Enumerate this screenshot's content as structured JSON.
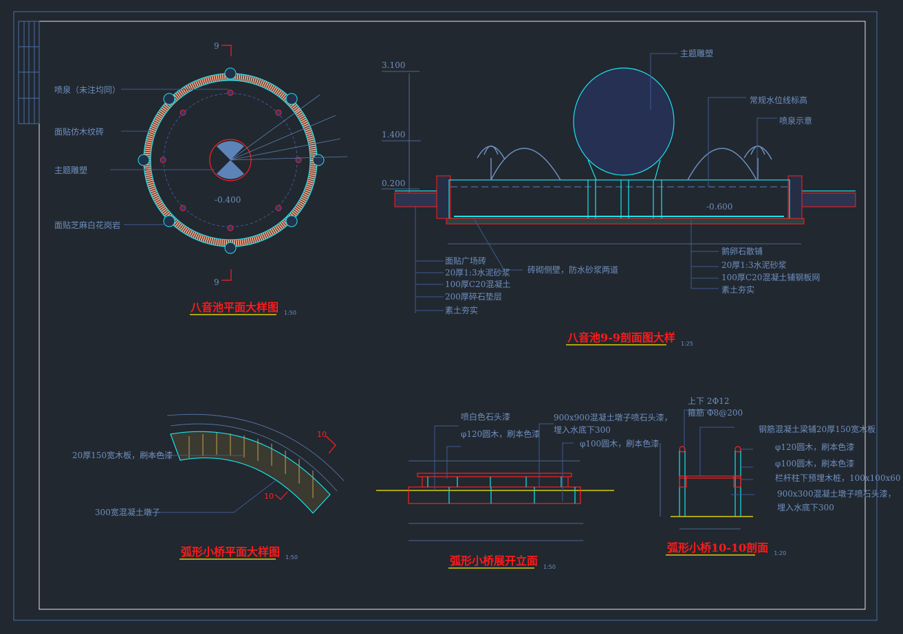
{
  "plan": {
    "title": "八音池平面大样图",
    "scale": "1:50",
    "section_mark": "9",
    "labels": [
      "喷泉（未注均同）",
      "面贴仿木纹砖",
      "主题雕塑",
      "面贴芝麻白花岗岩"
    ],
    "elevation": "-0.400"
  },
  "section": {
    "title": "八音池9-9剖面图大样",
    "scale": "1:25",
    "elevations": [
      "3.100",
      "1.400",
      "0.200",
      "-0.600"
    ],
    "top_labels": [
      "主题雕塑",
      "常规水位线标高",
      "喷泉示意"
    ],
    "left_labels": [
      "面贴广场砖",
      "20厚1:3水泥砂浆",
      "100厚C20混凝土",
      "200厚碎石垫层",
      "素土夯实"
    ],
    "mid_label": "砖砌侧壁，防水砂浆两道",
    "right_labels": [
      "鹅卵石散铺",
      "20厚1:3水泥砂浆",
      "100厚C20混凝土铺钢板网",
      "素土夯实"
    ]
  },
  "bridge_plan": {
    "title": "弧形小桥平面大样图",
    "scale": "1:50",
    "section_mark": "10",
    "labels": [
      "20厚150宽木板，刷本色漆",
      "300宽混凝土墩子"
    ]
  },
  "bridge_elev": {
    "title": "弧形小桥展开立面",
    "scale": "1:50",
    "labels": [
      "喷白色石头漆",
      "φ120圆木，刷本色漆",
      "900x900混凝土墩子喷石头漆，",
      "埋入水底下300",
      "φ100圆木，刷本色漆"
    ]
  },
  "bridge_section": {
    "title": "弧形小桥10-10剖面",
    "scale": "1:20",
    "rebar": [
      "上下 2Φ12",
      "箍筋 Φ8@200"
    ],
    "labels": [
      "钢筋混凝土梁铺20厚150宽木板",
      "φ120圆木，刷本色漆",
      "φ100圆木，刷本色漆",
      "栏杆柱下预埋木桩，100x100x60",
      "900x300混凝土墩子喷石头漆，",
      "埋入水底下300"
    ]
  }
}
